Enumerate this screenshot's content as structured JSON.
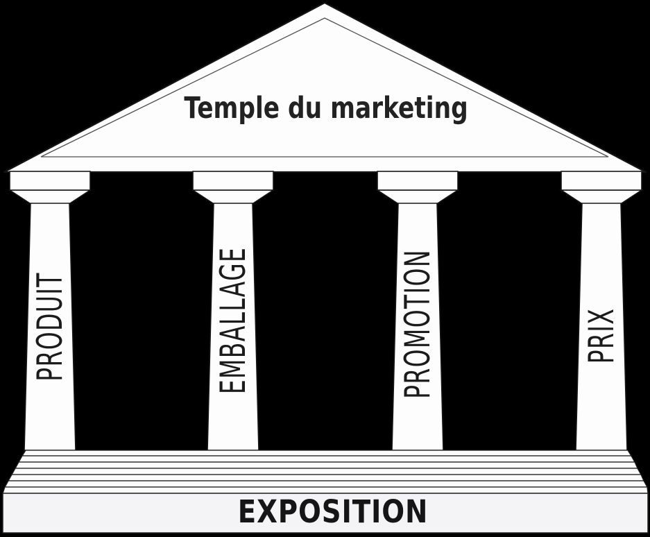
{
  "diagram": {
    "type": "temple-metaphor",
    "title": "Temple du marketing",
    "pillars": [
      {
        "label": "PRODUIT"
      },
      {
        "label": "EMBALLAGE"
      },
      {
        "label": "PROMOTION"
      },
      {
        "label": "PRIX"
      }
    ],
    "base": {
      "label": "EXPOSITION"
    },
    "steps_count": 7,
    "colors": {
      "background": "#000000",
      "stone": "#fdfdfd",
      "plinth_fill": "#f4f4f7",
      "outline": "#161616",
      "text": "#1b1b1b"
    }
  }
}
